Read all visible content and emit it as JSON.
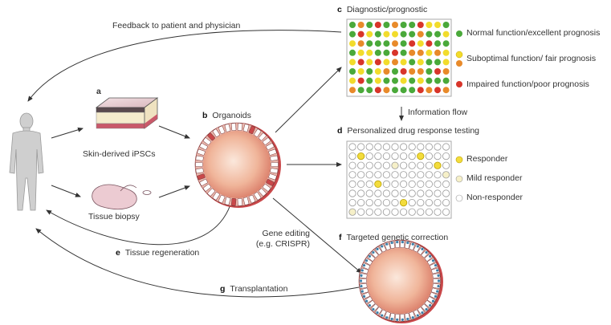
{
  "colors": {
    "green": "#4aa93a",
    "yellow": "#f2dc2c",
    "orange": "#e88a2a",
    "red": "#d8352a",
    "arrow": "#333333",
    "grid_border": "#aaaaaa",
    "well_empty": "#ffffff",
    "well_mild": "#f6f0c8",
    "well_responder": "#f3dc3c",
    "organoid_red": "#c9484a",
    "organoid_center": "#fbe3d4",
    "corrected_blue": "#3d7fa8"
  },
  "labels": {
    "feedback": "Feedback to patient and physician",
    "a_letter": "a",
    "skin": "Skin-derived iPSCs",
    "biopsy": "Tissue biopsy",
    "b_letter": "b",
    "organoids": "Organoids",
    "c_letter": "c",
    "diagnostic": "Diagnostic/prognostic",
    "info_flow": "Information flow",
    "d_letter": "d",
    "drug_testing": "Personalized drug response testing",
    "e_letter": "e",
    "regeneration": "Tissue regeneration",
    "gene_editing_1": "Gene editing",
    "gene_editing_2": "(e.g. CRISPR)",
    "f_letter": "f",
    "genetic_correction": "Targeted genetic correction",
    "g_letter": "g",
    "transplantation": "Transplantation"
  },
  "diagnostic_legend": [
    {
      "color": "green",
      "text": "Normal function/excellent prognosis"
    },
    {
      "color": "yellow",
      "text": ""
    },
    {
      "color": "orange",
      "text": "Suboptimal function/ fair prognosis"
    },
    {
      "color": "red",
      "text": "Impaired function/poor prognosis"
    }
  ],
  "drug_legend": [
    {
      "state": "responder",
      "text": "Responder"
    },
    {
      "state": "mild",
      "text": "Mild responder"
    },
    {
      "state": "none",
      "text": "Non-responder"
    }
  ],
  "diagnostic_grid": [
    [
      "G",
      "O",
      "G",
      "R",
      "G",
      "O",
      "G",
      "G",
      "R",
      "Y",
      "Y",
      "G"
    ],
    [
      "G",
      "R",
      "Y",
      "G",
      "Y",
      "Y",
      "G",
      "G",
      "O",
      "G",
      "G",
      "Y"
    ],
    [
      "Y",
      "O",
      "G",
      "G",
      "G",
      "O",
      "G",
      "R",
      "Y",
      "R",
      "G",
      "G"
    ],
    [
      "G",
      "Y",
      "Y",
      "G",
      "G",
      "R",
      "G",
      "O",
      "O",
      "Y",
      "O",
      "Y"
    ],
    [
      "Y",
      "R",
      "Y",
      "R",
      "Y",
      "O",
      "Y",
      "G",
      "Y",
      "G",
      "G",
      "Y"
    ],
    [
      "G",
      "Y",
      "G",
      "Y",
      "O",
      "G",
      "R",
      "O",
      "O",
      "G",
      "R",
      "O"
    ],
    [
      "Y",
      "R",
      "G",
      "Y",
      "G",
      "G",
      "Y",
      "G",
      "Y",
      "G",
      "G",
      "G"
    ],
    [
      "O",
      "G",
      "G",
      "R",
      "O",
      "G",
      "G",
      "G",
      "R",
      "O",
      "R",
      "O"
    ]
  ],
  "drug_grid": [
    [
      "N",
      "N",
      "N",
      "N",
      "N",
      "N",
      "N",
      "N",
      "N",
      "N",
      "N",
      "N"
    ],
    [
      "N",
      "R",
      "N",
      "N",
      "N",
      "N",
      "N",
      "N",
      "R",
      "N",
      "N",
      "N"
    ],
    [
      "N",
      "N",
      "N",
      "N",
      "N",
      "M",
      "N",
      "N",
      "N",
      "N",
      "R",
      "N"
    ],
    [
      "N",
      "N",
      "N",
      "N",
      "N",
      "N",
      "N",
      "N",
      "N",
      "N",
      "N",
      "M"
    ],
    [
      "N",
      "N",
      "N",
      "R",
      "N",
      "N",
      "N",
      "N",
      "N",
      "N",
      "N",
      "N"
    ],
    [
      "N",
      "N",
      "N",
      "N",
      "N",
      "N",
      "N",
      "N",
      "N",
      "N",
      "N",
      "N"
    ],
    [
      "N",
      "N",
      "N",
      "N",
      "N",
      "N",
      "R",
      "N",
      "N",
      "N",
      "N",
      "N"
    ],
    [
      "M",
      "N",
      "N",
      "N",
      "N",
      "N",
      "N",
      "N",
      "N",
      "N",
      "N",
      "N"
    ]
  ]
}
